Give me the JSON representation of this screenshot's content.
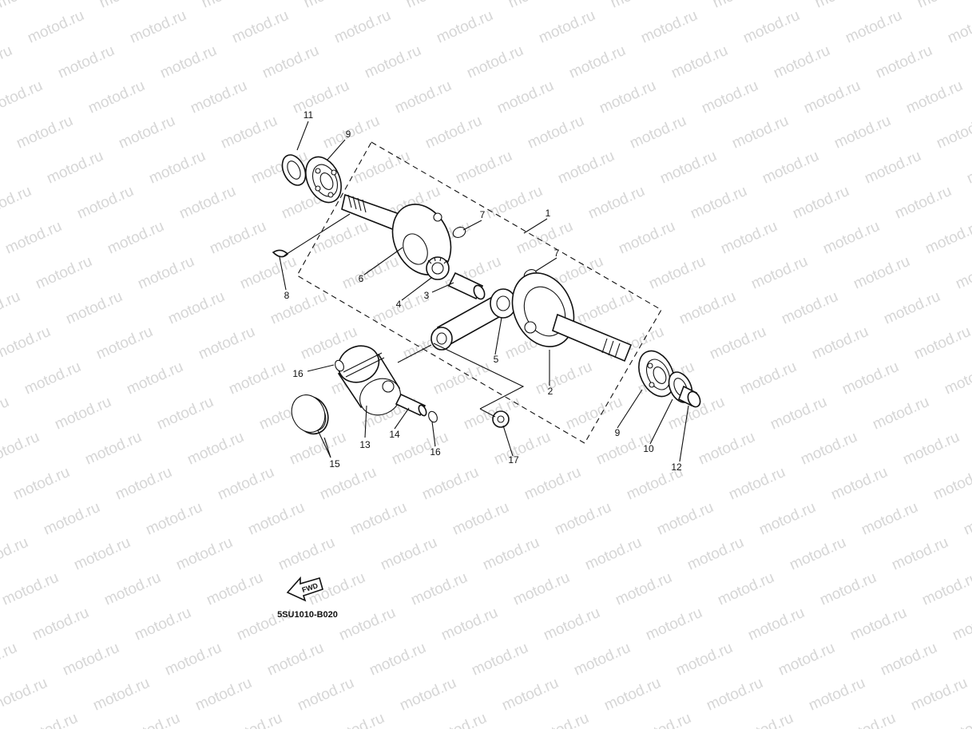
{
  "watermark": {
    "text": "motod.ru",
    "color": "#d6d6d6"
  },
  "drawing_code": "5SU1010-B020",
  "fwd_label": "FWD",
  "callouts": [
    {
      "id": "c1",
      "label": "1"
    },
    {
      "id": "c2",
      "label": "2"
    },
    {
      "id": "c3",
      "label": "3"
    },
    {
      "id": "c4",
      "label": "4"
    },
    {
      "id": "c5",
      "label": "5"
    },
    {
      "id": "c6",
      "label": "6"
    },
    {
      "id": "c7a",
      "label": "7"
    },
    {
      "id": "c7b",
      "label": "7"
    },
    {
      "id": "c8",
      "label": "8"
    },
    {
      "id": "c9a",
      "label": "9"
    },
    {
      "id": "c9b",
      "label": "9"
    },
    {
      "id": "c10",
      "label": "10"
    },
    {
      "id": "c11",
      "label": "11"
    },
    {
      "id": "c12",
      "label": "12"
    },
    {
      "id": "c13",
      "label": "13"
    },
    {
      "id": "c14",
      "label": "14"
    },
    {
      "id": "c15",
      "label": "15"
    },
    {
      "id": "c16a",
      "label": "16"
    },
    {
      "id": "c16b",
      "label": "16"
    },
    {
      "id": "c17",
      "label": "17"
    }
  ]
}
